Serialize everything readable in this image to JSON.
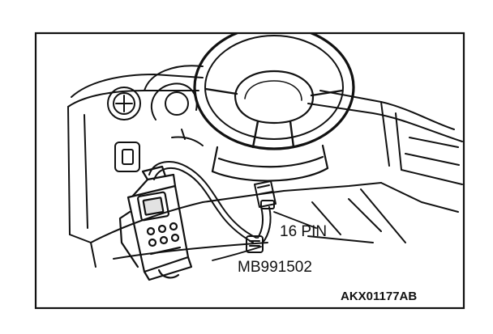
{
  "labels": {
    "connector": "16 PIN",
    "tool": "MB991502",
    "figure_code": "AKX01177AB"
  }
}
